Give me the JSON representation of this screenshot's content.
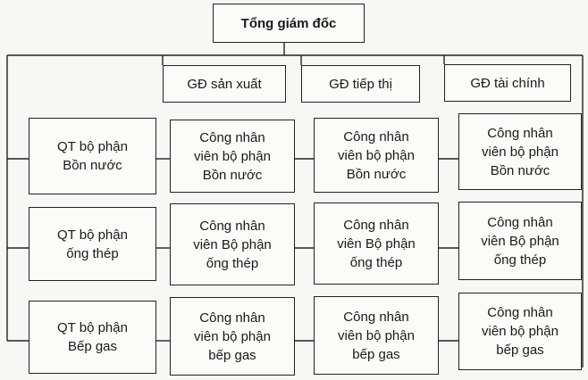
{
  "chart_data": {
    "type": "diagram",
    "root": "Tổng giám đốc",
    "directors": [
      "GĐ sản xuất",
      "GĐ tiếp thị",
      "GĐ tài chính"
    ],
    "managers": [
      "QT bộ phận\nBồn nước",
      "QT bộ phận\nống thép",
      "QT bộ phận\nBếp gas"
    ],
    "staff": [
      [
        "Công nhân\nviên bộ phận\nBồn nước",
        "Công nhân\nviên bộ phận\nBồn nước",
        "Công nhân\nviên bộ phận\nBồn nước"
      ],
      [
        "Công nhân\nviên Bộ phận\nống thép",
        "Công nhân\nviên Bộ phận\nống thép",
        "Công nhân\nviên Bộ phận\nống thép"
      ],
      [
        "Công nhân\nviên bộ phận\nbếp gas",
        "Công nhân\nviên bộ phận\nbếp gas",
        "Công nhân\nviên bộ phận\nbếp gas"
      ]
    ]
  }
}
